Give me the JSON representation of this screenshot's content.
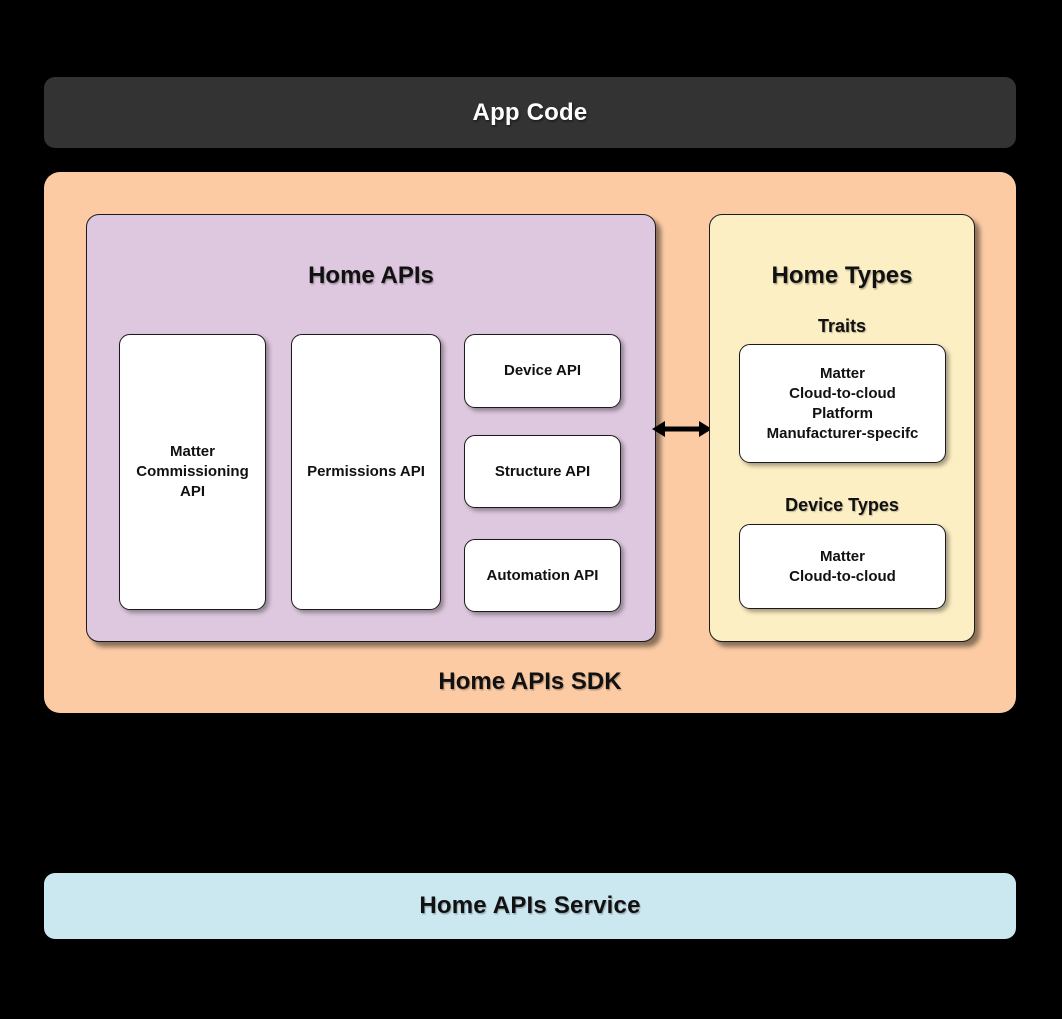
{
  "colors": {
    "background": "#000000",
    "app_code_bar": "#333333",
    "sdk_background": "#FCCBA4",
    "home_apis_box": "#DEC8DF",
    "home_types_box": "#FDEFC4",
    "service_bar": "#CBE7F0",
    "box_fill": "#FFFFFF",
    "text_dark": "#111111",
    "text_light": "#FFFFFF"
  },
  "icons": {
    "connector": "bidirectional-arrow"
  },
  "app_code": {
    "label": "App Code"
  },
  "sdk": {
    "label": "Home APIs SDK",
    "home_apis": {
      "title": "Home APIs",
      "matter_commissioning_api": "Matter\nCommissioning\nAPI",
      "permissions_api": "Permissions API",
      "device_api": "Device API",
      "structure_api": "Structure API",
      "automation_api": "Automation API"
    },
    "home_types": {
      "title": "Home Types",
      "traits_label": "Traits",
      "traits_items": "Matter\nCloud-to-cloud\nPlatform\nManufacturer-specifc",
      "device_types_label": "Device Types",
      "device_types_items": "Matter\nCloud-to-cloud"
    }
  },
  "service": {
    "label": "Home APIs Service"
  }
}
